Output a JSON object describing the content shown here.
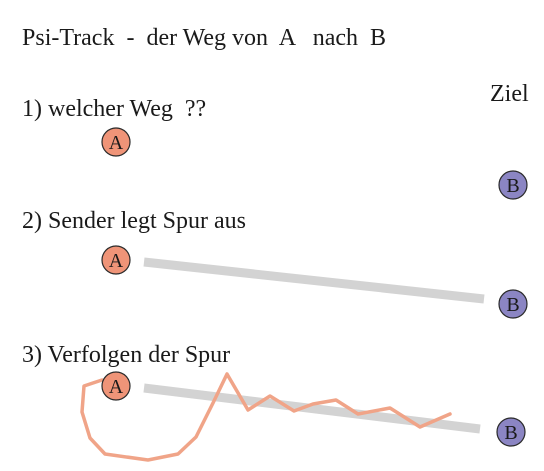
{
  "title": "Psi-Track  -  der Weg von  A   nach  B",
  "goal_label": "Ziel",
  "steps": [
    {
      "label": "1) welcher Weg  ??"
    },
    {
      "label": "2) Sender legt Spur aus"
    },
    {
      "label": "3) Verfolgen der Spur"
    }
  ],
  "nodes": {
    "start": "A",
    "end": "B"
  },
  "colors": {
    "start_node": "#ef9478",
    "end_node": "#8b85c3",
    "trail": "#d3d3d3",
    "search_path": "#f0a488"
  }
}
